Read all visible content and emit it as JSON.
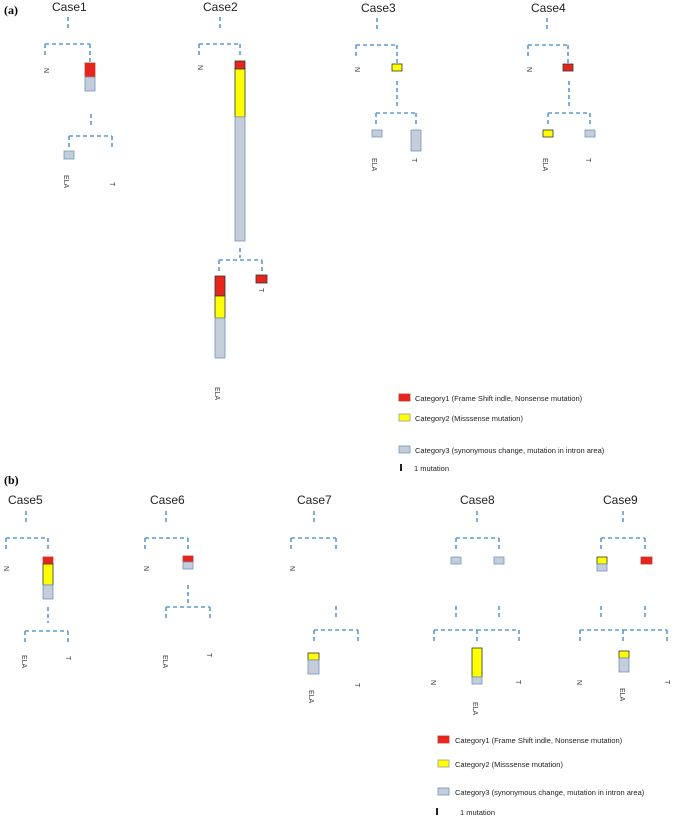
{
  "panel_a_label": "(a)",
  "panel_b_label": "(b)",
  "colors": {
    "category1": "#e8251c",
    "category2": "#ffff00",
    "category3": "#c5cdd8",
    "branch": "#5b9bd5"
  },
  "legend": {
    "category1": "Category1 (Frame Shift indle, Nonsense mutation)",
    "category2": "Category2 (Misssense mutation)",
    "category3": "Category3 (synonymous change, mutation in intron area)",
    "unit": "1 mutation"
  },
  "cases": [
    {
      "title": "Case1",
      "labels": [
        "N",
        "ELA",
        "T"
      ],
      "blocks": [
        {
          "category": 1,
          "mutations": 14
        },
        {
          "category": 3,
          "mutations": 14
        },
        {
          "category": 3,
          "mutations": 8
        }
      ]
    },
    {
      "title": "Case2",
      "labels": [
        "N",
        "T",
        "ELA"
      ],
      "blocks": [
        {
          "category": 1,
          "mutations": 8
        },
        {
          "category": 2,
          "mutations": 55
        },
        {
          "category": 3,
          "mutations": 123
        },
        {
          "category": 1,
          "mutations": 7
        },
        {
          "category": 1,
          "mutations": 20
        },
        {
          "category": 2,
          "mutations": 22
        },
        {
          "category": 3,
          "mutations": 41
        }
      ]
    },
    {
      "title": "Case3",
      "labels": [
        "N",
        "ELA",
        "T"
      ],
      "blocks": [
        {
          "category": 2,
          "mutations": 7
        },
        {
          "category": 3,
          "mutations": 7
        },
        {
          "category": 3,
          "mutations": 21
        }
      ]
    },
    {
      "title": "Case4",
      "labels": [
        "N",
        "ELA",
        "T"
      ],
      "blocks": [
        {
          "category": 1,
          "mutations": 7
        },
        {
          "category": 2,
          "mutations": 7
        },
        {
          "category": 3,
          "mutations": 7
        }
      ]
    },
    {
      "title": "Case5",
      "labels": [
        "N",
        "ELA",
        "T"
      ],
      "blocks": [
        {
          "category": 1,
          "mutations": 7
        },
        {
          "category": 2,
          "mutations": 20
        },
        {
          "category": 3,
          "mutations": 14
        }
      ]
    },
    {
      "title": "Case6",
      "labels": [
        "N",
        "ELA",
        "T"
      ],
      "blocks": [
        {
          "category": 1,
          "mutations": 6
        },
        {
          "category": 3,
          "mutations": 7
        }
      ]
    },
    {
      "title": "Case7",
      "labels": [
        "N",
        "ELA",
        "T"
      ],
      "blocks": [
        {
          "category": 2,
          "mutations": 7
        },
        {
          "category": 3,
          "mutations": 13
        }
      ]
    },
    {
      "title": "Case8",
      "labels": [
        "N",
        "ELA",
        "T"
      ],
      "blocks": [
        {
          "category": 3,
          "mutations": 7
        },
        {
          "category": 3,
          "mutations": 7
        },
        {
          "category": 2,
          "mutations": 28
        },
        {
          "category": 3,
          "mutations": 7
        }
      ]
    },
    {
      "title": "Case9",
      "labels": [
        "N",
        "ELA",
        "T"
      ],
      "blocks": [
        {
          "category": 2,
          "mutations": 7
        },
        {
          "category": 3,
          "mutations": 7
        },
        {
          "category": 1,
          "mutations": 7
        },
        {
          "category": 2,
          "mutations": 7
        },
        {
          "category": 3,
          "mutations": 13
        }
      ]
    }
  ]
}
